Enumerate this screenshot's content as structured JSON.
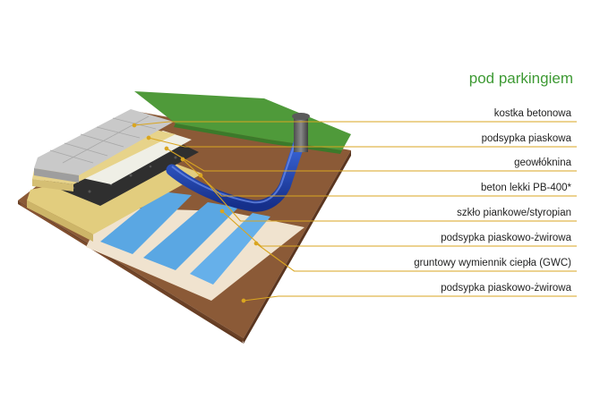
{
  "title": "pod parkingiem",
  "colors": {
    "title": "#3e9a34",
    "leader_line": "#d9a520",
    "grass": "#4f9a3a",
    "soil": "#7a4a2c",
    "paving": "#c9c9c9",
    "sand": "#e7d38a",
    "geotextile": "#efefe6",
    "concrete": "#2f2f2f",
    "foam_glass": "#e2cd7e",
    "pipe": "#2247b8",
    "gwc_tiles": "#5aa7e3",
    "gravel_base": "#f0e3cf"
  },
  "layers": [
    {
      "label": "kostka betonowa"
    },
    {
      "label": "podsypka piaskowa"
    },
    {
      "label": "geowłóknina"
    },
    {
      "label": "beton lekki PB-400*"
    },
    {
      "label": "szkło piankowe/styropian"
    },
    {
      "label": "podsypka piaskowo-żwirowa"
    },
    {
      "label": "gruntowy wymiennik ciepła (GWC)"
    },
    {
      "label": "podsypka piaskowo-żwirowa"
    }
  ]
}
